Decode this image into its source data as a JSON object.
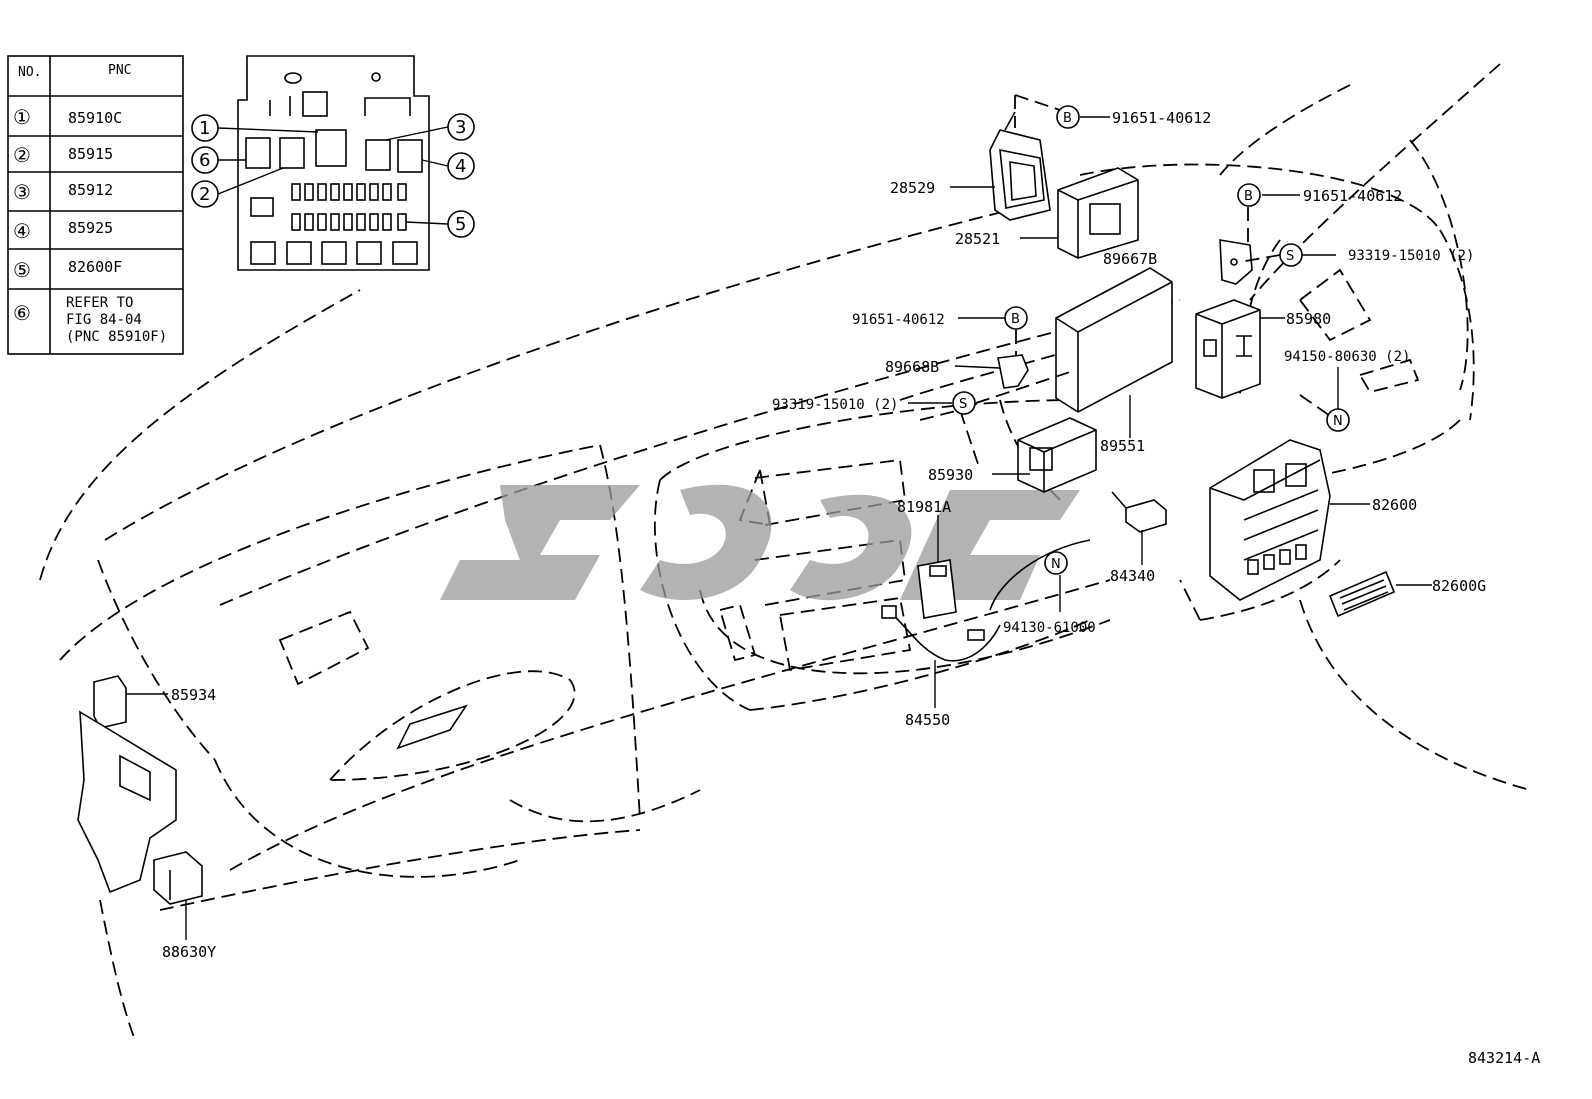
{
  "table": {
    "headers": [
      "NO.",
      "PNC"
    ],
    "rows": [
      {
        "no": "①",
        "pnc": "85910C"
      },
      {
        "no": "②",
        "pnc": "85915"
      },
      {
        "no": "③",
        "pnc": "85912"
      },
      {
        "no": "④",
        "pnc": "85925"
      },
      {
        "no": "⑤",
        "pnc": "82600F"
      },
      {
        "no": "⑥",
        "pnc": [
          "REFER TO",
          "FIG 84-04",
          " (PNC 85910F)"
        ]
      }
    ]
  },
  "inset_callouts": [
    "1",
    "2",
    "3",
    "4",
    "5",
    "6"
  ],
  "symbols": {
    "B": "B",
    "S": "S",
    "N": "N"
  },
  "parts": {
    "p91651_a": "91651-40612",
    "p28529": "28529",
    "p28521": "28521",
    "p91651_b": "91651-40612",
    "p89667b": "89667B",
    "p93319_a": "93319-15010 (2)",
    "p91651_c": "91651-40612",
    "p85980": "85980",
    "p89668b": "89668B",
    "p94150": "94150-80630 (2)",
    "p93319_b": "93319-15010 (2)",
    "p89551": "89551",
    "p85930": "85930",
    "p82600": "82600",
    "p81981a": "81981A",
    "p84340": "84340",
    "p82600g": "82600G",
    "p94130": "94130-61000",
    "p84550": "84550",
    "p85934": "85934",
    "p88630y": "88630Y"
  },
  "figure_id": "843214-A"
}
